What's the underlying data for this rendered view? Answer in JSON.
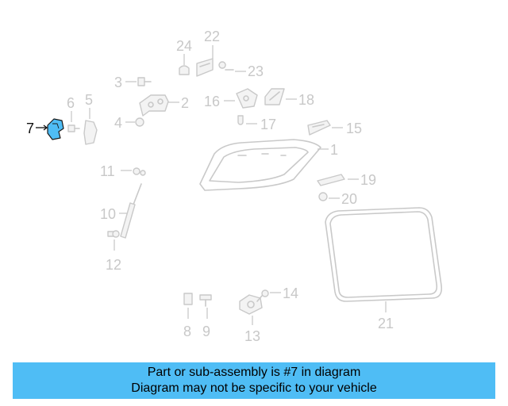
{
  "highlight_color": "#4fbdf5",
  "callouts": {
    "c1": "1",
    "c2": "2",
    "c3": "3",
    "c4": "4",
    "c5": "5",
    "c6": "6",
    "c7": "7",
    "c8": "8",
    "c9": "9",
    "c10": "10",
    "c11": "11",
    "c12": "12",
    "c13": "13",
    "c14": "14",
    "c15": "15",
    "c16": "16",
    "c17": "17",
    "c18": "18",
    "c19": "19",
    "c20": "20",
    "c21": "21",
    "c22": "22",
    "c23": "23",
    "c24": "24"
  },
  "highlighted_part": "7",
  "banner": {
    "line1": "Part or sub-assembly is #7 in diagram",
    "line2": "Diagram may not be specific to your vehicle"
  }
}
